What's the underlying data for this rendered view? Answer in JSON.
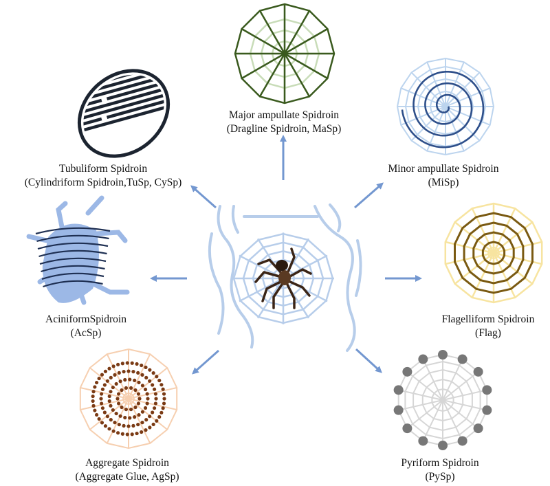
{
  "silk_types": [
    {
      "id": "major",
      "name": "Major ampullate Spidroin",
      "detail": "(Dragline Spidroin, MaSp)",
      "icon": "radial-web-icon",
      "color": "#3a5a1e",
      "light_color": "#c8dcb8"
    },
    {
      "id": "minor",
      "name": "Minor ampullate Spidroin",
      "detail": "(MiSp)",
      "icon": "spiral-web-icon",
      "color": "#2e4f8a",
      "light_color": "#bcd4ee"
    },
    {
      "id": "flag",
      "name": "Flagelliform Spidroin",
      "detail": "(Flag)",
      "icon": "capture-spiral-icon",
      "color": "#7a5a12",
      "light_color": "#f7e4a0"
    },
    {
      "id": "pyri",
      "name": "Pyriform Spidroin",
      "detail": "(PySp)",
      "icon": "attachment-disc-icon",
      "color": "#777777",
      "light_color": "#d6d6d6"
    },
    {
      "id": "aggr",
      "name": "Aggregate Spidroin",
      "detail": "(Aggregate Glue, AgSp)",
      "icon": "glue-droplet-web-icon",
      "color": "#7a3a14",
      "light_color": "#f6cfb0"
    },
    {
      "id": "acin",
      "name": "AciniformSpidroin",
      "detail": "(AcSp)",
      "icon": "wrapped-prey-icon",
      "color": "#1e2f52",
      "light_color": "#9cb8e6"
    },
    {
      "id": "tubu",
      "name": "Tubuliform Spidroin",
      "detail": "(Cylindriform Spidroin,TuSp, CySp)",
      "icon": "egg-case-icon",
      "color": "#1c2430",
      "light_color": "#ffffff"
    }
  ],
  "center": {
    "icon": "spider-on-web-icon",
    "web_color": "#b7cdea",
    "spider_color": "#3a2416"
  },
  "arrow_color": "#5b86c8"
}
